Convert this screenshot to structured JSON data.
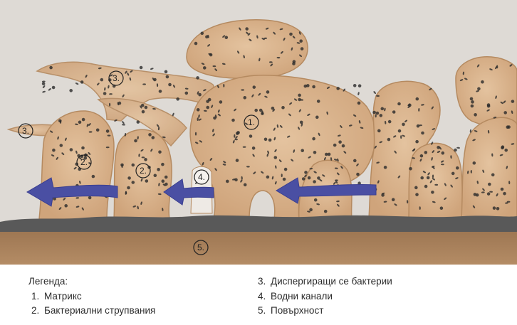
{
  "diagram": {
    "labels": {
      "matrix": "1.",
      "clusters_a": "2.",
      "clusters_b": "2.",
      "dispersing_a": "3.",
      "dispersing_b": "3.",
      "channels": "4.",
      "surface": "5."
    },
    "colors": {
      "background": "#dedad5",
      "biofilm": "#d9b48f",
      "biofilm_outline": "#b58a60",
      "surface": "#a8805a",
      "surface_top": "#555555",
      "arrow": "#4a4fa3",
      "dots": "#2a2a2a"
    }
  },
  "legend": {
    "title": "Легенда:",
    "items": [
      {
        "num": "1.",
        "text": "Матрикс"
      },
      {
        "num": "2.",
        "text": "Бактериални струпвания"
      },
      {
        "num": "3.",
        "text": "Диспергиращи се бактерии"
      },
      {
        "num": "4.",
        "text": "Водни канали"
      },
      {
        "num": "5.",
        "text": "Повърхност"
      }
    ]
  }
}
